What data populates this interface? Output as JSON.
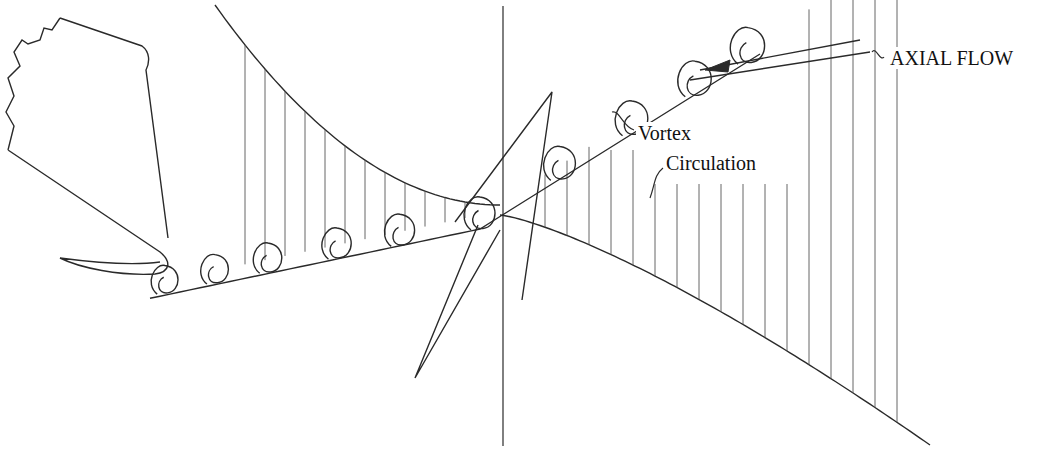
{
  "diagram": {
    "labels": [
      "AXIAL FLOW",
      "Vortex",
      "Circulation"
    ]
  }
}
